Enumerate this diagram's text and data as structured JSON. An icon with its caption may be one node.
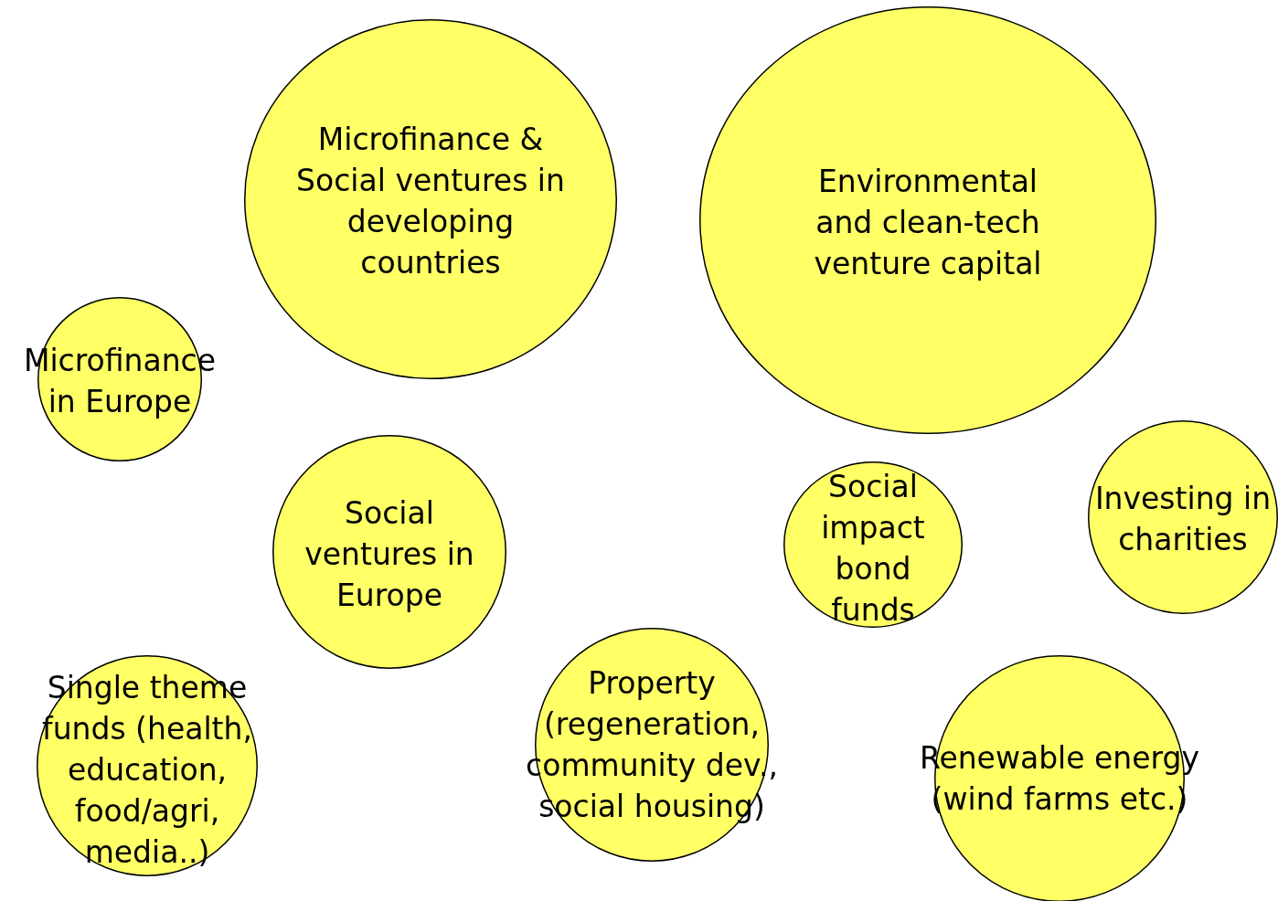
{
  "diagram": {
    "nodes": [
      {
        "text": [
          "Microfinance & Social ventures in developing countries"
        ]
      },
      {
        "text": [
          "Environmental and clean-tech venture capital"
        ]
      },
      {
        "text": [
          "Microfinance in Europe"
        ]
      },
      {
        "text": [
          "Social ventures in Europe"
        ]
      },
      {
        "text": [
          "Social impact bond funds"
        ]
      },
      {
        "text": [
          "Investing in charities"
        ]
      },
      {
        "text": [
          "Single theme funds (health, education, food/agri, media..)"
        ]
      },
      {
        "text": [
          "Property (regeneration, community dev., social housing)"
        ]
      },
      {
        "text": [
          "Renewable energy (wind farms etc.)"
        ]
      }
    ]
  }
}
